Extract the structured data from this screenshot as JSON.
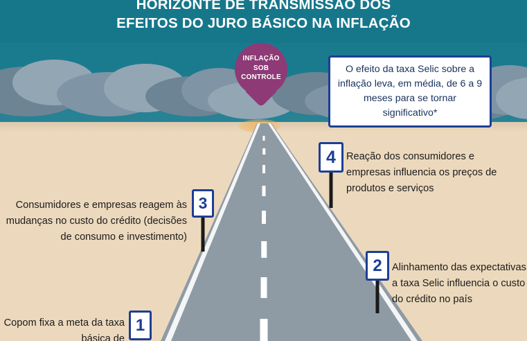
{
  "title": {
    "line1": "HORIZONTE DE TRANSMISSÃO DOS",
    "line2": "EFEITOS DO JURO BÁSICO NA INFLAÇÃO"
  },
  "pin": {
    "label_line1": "INFLAÇÃO",
    "label_line2": "SOB",
    "label_line3": "CONTROLE",
    "color": "#8e3a76"
  },
  "callout": {
    "text": "O efeito da taxa Selic sobre a inflação leva, em média, de 6 a 9 meses para se tornar significativo*",
    "border_color": "#1c3f94",
    "text_color": "#18315c"
  },
  "steps": [
    {
      "number": "1",
      "text": "Copom fixa a meta da taxa básica de"
    },
    {
      "number": "2",
      "text": "Alinhamento das expectativas: a taxa Selic influencia o custo do crédito no país"
    },
    {
      "number": "3",
      "text": "Consumidores e empresas reagem às mudanças no custo do crédito (decisões de consumo e investimento)"
    },
    {
      "number": "4",
      "text": "Reação dos consumidores e empresas influencia os preços de produtos e serviços"
    }
  ],
  "colors": {
    "sky": "#1f7a8c",
    "ground": "#ecd9bd",
    "road": "#8f9ba4",
    "sign_blue": "#1c3f94",
    "title_text": "#ffffff"
  }
}
